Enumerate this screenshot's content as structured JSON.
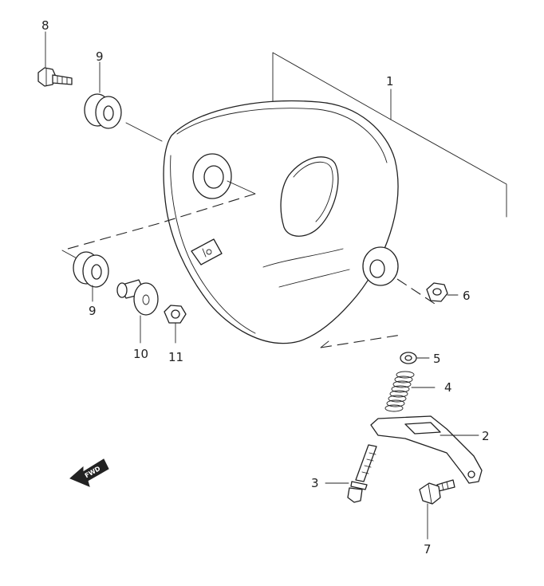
{
  "callouts": {
    "p1": "1",
    "p2": "2",
    "p3": "3",
    "p4": "4",
    "p5": "5",
    "p6": "6",
    "p7": "7",
    "p8": "8",
    "p9_upper": "9",
    "p9_lower": "9",
    "p10": "10",
    "p11": "11"
  },
  "fwd_badge": {
    "label": "FWD",
    "icon": "fwd-arrow-icon"
  },
  "colors": {
    "line": "#222222",
    "background": "#ffffff"
  }
}
